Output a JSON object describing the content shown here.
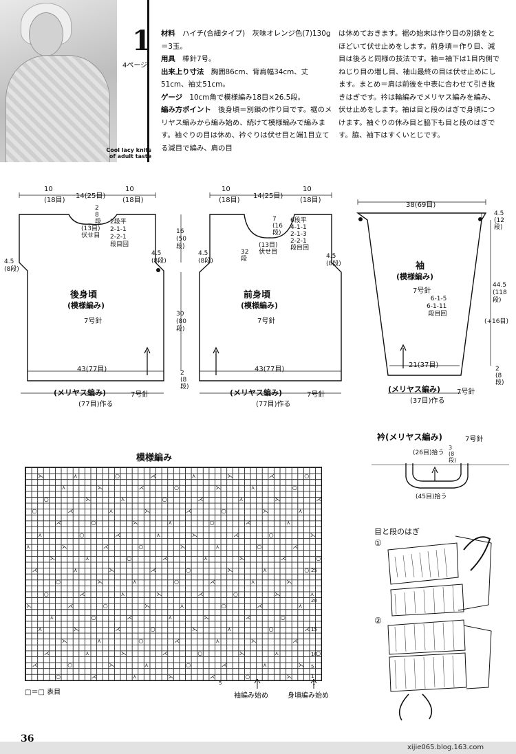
{
  "header": {
    "pattern_number": "1",
    "page_ref": "4ページ",
    "caption_lines": [
      "Cool lacy knits",
      "of adult taste"
    ]
  },
  "materials": {
    "yarn_label": "材料",
    "yarn": "ハイチ(合細タイプ)　灰味オレンジ色(7)130g＝3玉。",
    "tools_label": "用具",
    "tools": "棒針7号。",
    "size_label": "出来上り寸法",
    "size": "胸囲86cm、背肩幅34cm、丈51cm、袖丈51cm。",
    "gauge_label": "ゲージ",
    "gauge": "10cm角で模様編み18目×26.5段。",
    "points_label": "編み方ポイント",
    "points": "後身頃＝別鎖の作り目です。裾のメリヤス編みから編み始め、続けて模様編みで編みます。袖ぐりの目は休め、衿ぐりは伏せ目と端1目立てる減目で編み、肩の目"
  },
  "instructions": "は休めておきます。裾の始末は作り目の別鎖をとほどいて伏せ止めをします。前身頃＝作り目、減目は後ろと同様の技法です。袖＝袖下は1目内側でねじり目の増し目、袖山最終の目は伏せ止めにします。まとめ＝肩は前後を中表に合わせて引き抜きはぎです。衿は輪編みでメリヤス編みを編み、伏せ止めをします。袖は目と段のはぎで身頃につけます。袖ぐりの休み目と脇下も目と段のはぎです。脇、袖下はすくいとじです。",
  "back": {
    "title": "後身頃",
    "sub": "(模様編み)",
    "needle": "7号針",
    "top_left": "10",
    "top_left_st": "(18目)",
    "top_mid": "14(25目)",
    "top_right": "10",
    "top_right_st": "(18目)",
    "neck_rows": "2\n8\n段",
    "neck_bo": "(13目)\n伏せ目",
    "neck_dec": "2段平\n2-1-1\n2-2-1\n段目回",
    "side_left": "4.5\n(8段)",
    "side_right": "4.5\n(8段)",
    "armhole": "16\n(50\n段)",
    "body_len": "30\n(80\n段)",
    "width": "43(77目)",
    "hem": "(メリヤス編み)",
    "hem_needle": "7号針",
    "cast": "(77目)作る",
    "hem_rows": "2\n(8\n段)"
  },
  "front": {
    "title": "前身頃",
    "sub": "(模様編み)",
    "needle": "7号針",
    "top_left": "10",
    "top_left_st": "(18目)",
    "top_mid": "14(25目)",
    "top_right": "10",
    "top_right_st": "(18目)",
    "neck_rows": "7\n(16\n段)",
    "neck_bo": "(13目)\n伏せ目",
    "neck_dec": "6段平\n4-1-1\n2-1-3\n2-2-1\n段目回",
    "neck_depth": "32\n段",
    "side_left": "4.5\n(8段)",
    "side_right": "4.5\n(8段)",
    "width": "43(77目)",
    "hem": "(メリヤス編み)",
    "hem_needle": "7号針",
    "cast": "(77目)作る"
  },
  "sleeve": {
    "title": "袖",
    "sub": "(模様編み)",
    "needle": "7号針",
    "top": "38(69目)",
    "cap": "4.5\n(12\n段)",
    "len": "44.5\n(118\n段)",
    "inc": "6-1-5\n6-1-11\n段目回",
    "inc_total": "(+16目)",
    "width": "21(37目)",
    "hem": "(メリヤス編み)",
    "hem_needle": "7号針",
    "cast": "(37目)作る",
    "hem_rows": "2\n(8\n段)"
  },
  "collar": {
    "title": "衿(メリヤス編み)",
    "needle": "7号針",
    "top": "(26目)拾う",
    "rows": "3\n(8\n段)",
    "bottom": "(45目)拾う"
  },
  "pattern": {
    "title": "模様編み",
    "legend": "□＝□ 表目",
    "sleeve_start": "袖編み始め",
    "body_start": "身頃編み始め",
    "row_labels": [
      "25",
      "20",
      "15",
      "10",
      "5",
      "1"
    ],
    "col_labels": [
      "5",
      "1"
    ]
  },
  "joining": {
    "title": "目と段のはぎ",
    "step1": "①",
    "step2": "②"
  },
  "footer": {
    "page": "36",
    "site": "xijie065.blog.163.com"
  }
}
